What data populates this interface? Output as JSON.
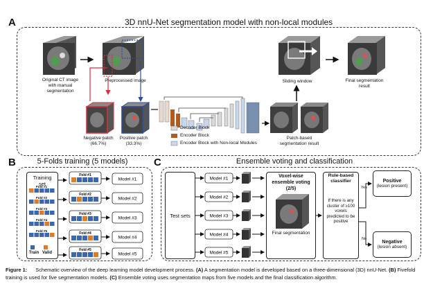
{
  "panel_a": {
    "letter": "A",
    "title": "3D nnU-Net segmentation model with non-local modules",
    "original_ct": "Original CT image with manual segmentation",
    "preprocessed": "Preprocessed image",
    "negative_patch": "Negative patch (66.7%)",
    "positive_patch": "Positive patch (33.3%)",
    "decoder_block": "Decoder Block",
    "encoder_block": "Encoder Block",
    "encoder_nonlocal": "Encoder Block with Non-local Modules",
    "sliding_window": "Sliding window",
    "patch_based": "Patch-based segmentation result",
    "final_result": "Final segmentation result"
  },
  "panel_b": {
    "letter": "B",
    "title": "5-Folds training (5 models)",
    "training_set": "Training set",
    "folds": [
      "Fold #1",
      "Fold #2",
      "Fold #3",
      "Fold #4",
      "Fold #5"
    ],
    "models": [
      "Model #1",
      "Model #2",
      "Model #3",
      "Model #4",
      "Model #5"
    ],
    "train_label": "Train",
    "valid_label": "Valid"
  },
  "panel_c": {
    "letter": "C",
    "title": "Ensemble voting and classification",
    "test_sets": "Test sets",
    "models": [
      "Model #1",
      "Model #2",
      "Model #3",
      "Model #4",
      "Model #5"
    ],
    "voxel_voting": "Voxel-wise ensemble voting (2/5)",
    "final_segmentation": "Final segmentation",
    "rule_classifier": "Rule-based classifier",
    "rule_text": "If there is any cluster of ≥100 voxels predicted to be positive",
    "yes": "Yes",
    "no": "No",
    "positive_title": "Positive",
    "positive_sub": "(lesion present)",
    "negative_title": "Negative",
    "negative_sub": "(lesion absent)"
  },
  "caption": {
    "label": "Figure 1:",
    "text1": "Schematic overview of the deep learning model development process.",
    "a_tag": "(A)",
    "text_a": "A segmentation model is developed based on a three-dimensional (3D) nnU-Net.",
    "b_tag": "(B)",
    "text_b": "Fivefold training is used for five segmentation models.",
    "c_tag": "(C)",
    "text_c": "Ensemble voting uses segmentation maps from five models and the final classification algorithm."
  },
  "colors": {
    "train_blue": "#3a67b0",
    "valid_orange": "#e07b27",
    "negative_red": "#d8303a",
    "positive_blue": "#2d4d9a",
    "decoder_gray": "#d9d9d9",
    "encoder_brown": "#b35b1e",
    "nonlocal_light": "#c9d7ec"
  }
}
